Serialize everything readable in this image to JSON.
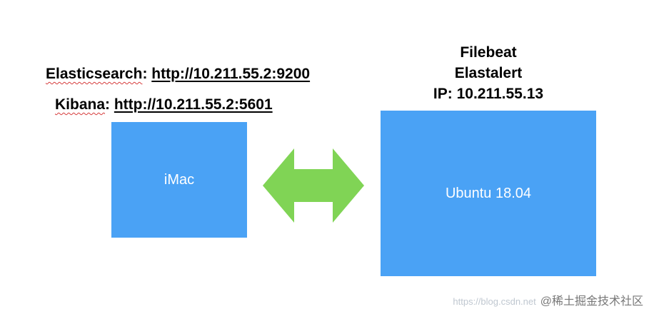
{
  "left_labels": {
    "elasticsearch": {
      "name": "Elasticsearch",
      "separator": ":",
      "url": "http://10.211.55.2:9200"
    },
    "kibana": {
      "name": "Kibana",
      "separator": ":",
      "url": "http://10.211.55.2:5601"
    }
  },
  "right_labels": {
    "line1": "Filebeat",
    "line2": "Elastalert",
    "line3": "IP: 10.211.55.13"
  },
  "left_box": {
    "label": "iMac"
  },
  "right_box": {
    "label": "Ubuntu 18.04"
  },
  "colors": {
    "box": "#4aa2f5",
    "arrow": "#80d455"
  },
  "arrow_icon": "double-headed-arrow-icon",
  "watermark": {
    "faint": "https://blog.csdn.net",
    "text": "@稀土掘金技术社区"
  }
}
